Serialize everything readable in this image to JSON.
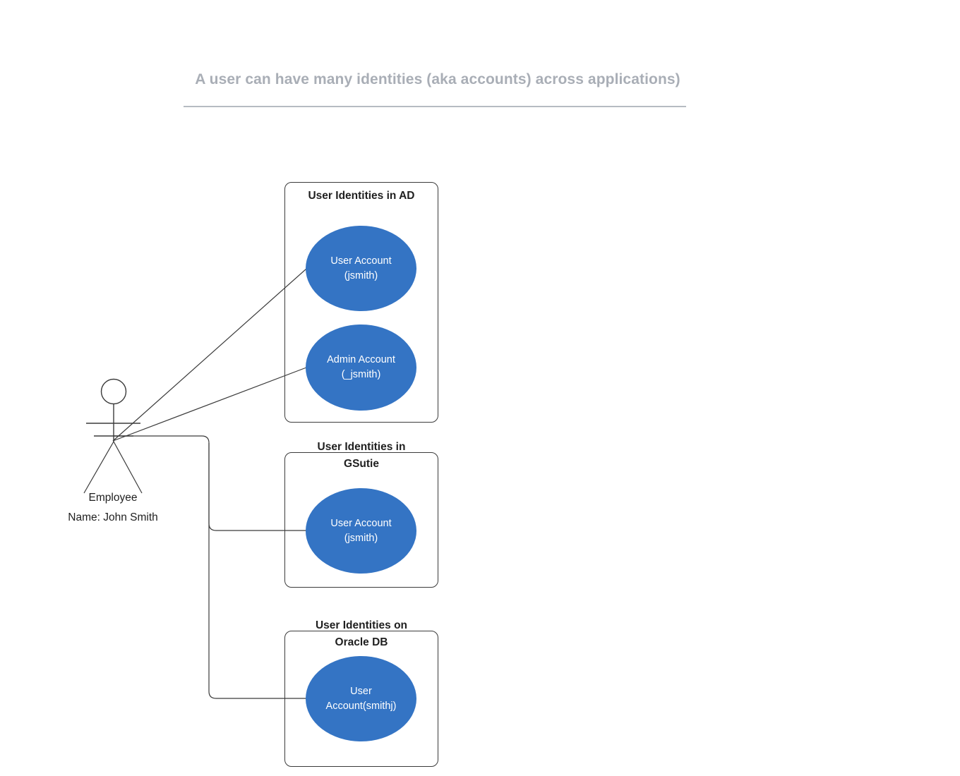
{
  "title": {
    "text": "A user can have many identities (aka accounts) across applications)",
    "color": "#a9aeb6",
    "rule_color": "#b6bbc2"
  },
  "theme": {
    "accent": "#3474c4",
    "stroke": "#3b3b3b",
    "ellipse_text": "#ffffff",
    "label_text": "#1f1f1f",
    "background": "#ffffff"
  },
  "actor": {
    "icon": "stick-figure-actor-icon",
    "role_label": "Employee",
    "name_label": "Name: John Smith"
  },
  "groups": [
    {
      "id": "ad",
      "title": "User Identities in AD",
      "title_lines": [
        "User Identities in AD"
      ],
      "accounts": [
        {
          "id": "ad-user",
          "lines": [
            "User Account",
            "(jsmith)"
          ]
        },
        {
          "id": "ad-admin",
          "lines": [
            "Admin Account",
            "(_jsmith)"
          ]
        }
      ]
    },
    {
      "id": "gsuite",
      "title": "User Identities  in GSutie",
      "title_lines": [
        "User Identities  in",
        "GSutie"
      ],
      "accounts": [
        {
          "id": "gsuite-user",
          "lines": [
            "User Account",
            "(jsmith)"
          ]
        }
      ]
    },
    {
      "id": "oracle",
      "title": "User Identities  on Oracle DB",
      "title_lines": [
        "User Identities  on",
        "Oracle DB"
      ],
      "accounts": [
        {
          "id": "oracle-user",
          "lines": [
            "User",
            "Account(smithj)"
          ]
        }
      ]
    }
  ],
  "connections": [
    {
      "from": "actor",
      "to": "ad-user",
      "style": "straight"
    },
    {
      "from": "actor",
      "to": "ad-admin",
      "style": "straight"
    },
    {
      "from": "actor",
      "to": "gsuite-user",
      "style": "orthogonal"
    },
    {
      "from": "actor",
      "to": "oracle-user",
      "style": "orthogonal"
    }
  ]
}
